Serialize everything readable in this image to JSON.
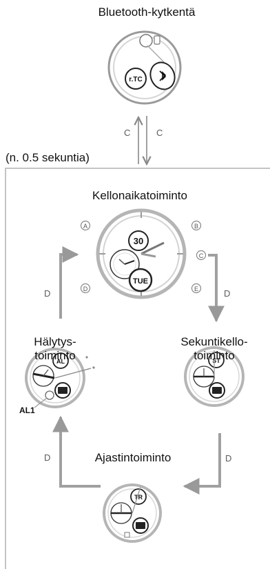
{
  "modes": {
    "bluetooth": "Bluetooth-kytkentä",
    "timekeeping": "Kellonaikatoiminto",
    "alarm_line1": "Hälytys-",
    "alarm_line2": "toiminto",
    "stopwatch_line1": "Sekuntikello-",
    "stopwatch_line2": "toiminto",
    "timer": "Ajastintoiminto"
  },
  "hold_note": "(n. 0.5 sekuntia)",
  "buttons": {
    "a": "A",
    "b": "B",
    "c": "C",
    "d": "D",
    "e": "E"
  },
  "arrow_labels": {
    "c": "C",
    "d": "D"
  },
  "dial_texts": {
    "bluetooth_mode": "r.TC",
    "date": "30",
    "weekday": "TUE",
    "alarm_mode": "AL",
    "alarm_number": "AL1",
    "stopwatch_mode": "ST",
    "timer_mode": "TR"
  },
  "icons": [
    "bluetooth-icon",
    "phone-icon"
  ]
}
